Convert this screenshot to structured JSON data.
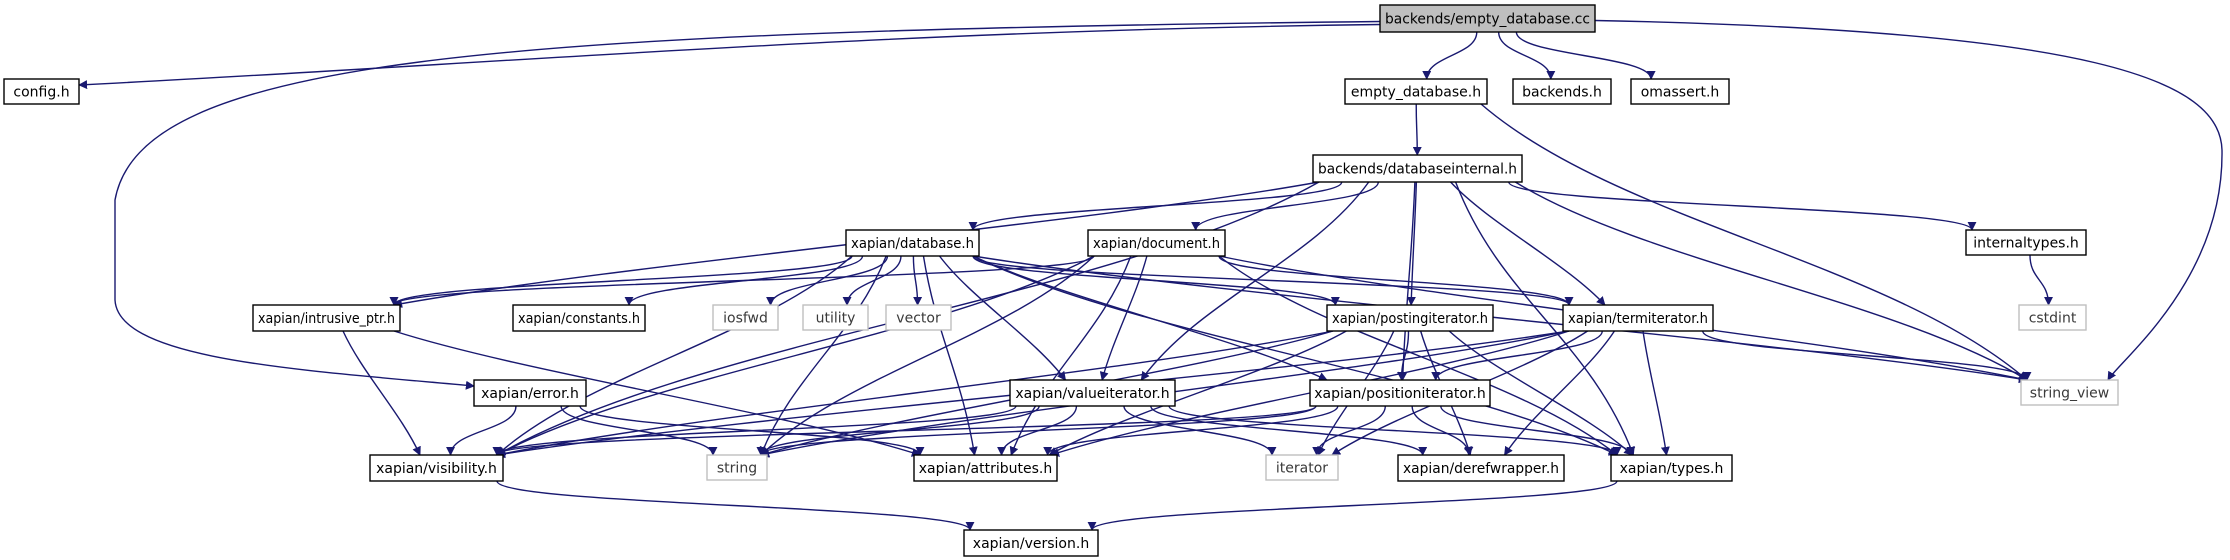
{
  "diagram": {
    "title": "backends/empty_database.cc include dependency graph",
    "colors": {
      "edge": "#191970",
      "node_border": "#000000",
      "node_fill": "#ffffff",
      "root_fill": "#bfbfbf",
      "system_border": "#bfbfbf",
      "text": "#000000",
      "system_text": "#3a3a3a"
    },
    "nodes": [
      {
        "id": "root",
        "label": "backends/empty_database.cc",
        "kind": "root"
      },
      {
        "id": "config",
        "label": "config.h",
        "kind": "local"
      },
      {
        "id": "empty_database",
        "label": "empty_database.h",
        "kind": "local"
      },
      {
        "id": "backends",
        "label": "backends.h",
        "kind": "local"
      },
      {
        "id": "omassert",
        "label": "omassert.h",
        "kind": "local"
      },
      {
        "id": "databaseinternal",
        "label": "backends/databaseinternal.h",
        "kind": "local"
      },
      {
        "id": "database",
        "label": "xapian/database.h",
        "kind": "local"
      },
      {
        "id": "document",
        "label": "xapian/document.h",
        "kind": "local"
      },
      {
        "id": "internaltypes",
        "label": "internaltypes.h",
        "kind": "local"
      },
      {
        "id": "intrusive_ptr",
        "label": "xapian/intrusive_ptr.h",
        "kind": "local"
      },
      {
        "id": "constants",
        "label": "xapian/constants.h",
        "kind": "local"
      },
      {
        "id": "iosfwd",
        "label": "iosfwd",
        "kind": "system"
      },
      {
        "id": "utility",
        "label": "utility",
        "kind": "system"
      },
      {
        "id": "vector",
        "label": "vector",
        "kind": "system"
      },
      {
        "id": "postingiterator",
        "label": "xapian/postingiterator.h",
        "kind": "local"
      },
      {
        "id": "termiterator",
        "label": "xapian/termiterator.h",
        "kind": "local"
      },
      {
        "id": "cstdint",
        "label": "cstdint",
        "kind": "system"
      },
      {
        "id": "error",
        "label": "xapian/error.h",
        "kind": "local"
      },
      {
        "id": "valueiterator",
        "label": "xapian/valueiterator.h",
        "kind": "local"
      },
      {
        "id": "positioniterator",
        "label": "xapian/positioniterator.h",
        "kind": "local"
      },
      {
        "id": "string_view",
        "label": "string_view",
        "kind": "system"
      },
      {
        "id": "visibility",
        "label": "xapian/visibility.h",
        "kind": "local"
      },
      {
        "id": "string",
        "label": "string",
        "kind": "system"
      },
      {
        "id": "attributes",
        "label": "xapian/attributes.h",
        "kind": "local"
      },
      {
        "id": "iterator",
        "label": "iterator",
        "kind": "system"
      },
      {
        "id": "derefwrapper",
        "label": "xapian/derefwrapper.h",
        "kind": "local"
      },
      {
        "id": "types",
        "label": "xapian/types.h",
        "kind": "local"
      },
      {
        "id": "version",
        "label": "xapian/version.h",
        "kind": "local"
      }
    ],
    "edges": [
      [
        "root",
        "config"
      ],
      [
        "root",
        "empty_database"
      ],
      [
        "root",
        "backends"
      ],
      [
        "root",
        "omassert"
      ],
      [
        "root",
        "error"
      ],
      [
        "root",
        "string_view"
      ],
      [
        "empty_database",
        "databaseinternal"
      ],
      [
        "empty_database",
        "string_view"
      ],
      [
        "databaseinternal",
        "database"
      ],
      [
        "databaseinternal",
        "document"
      ],
      [
        "databaseinternal",
        "internaltypes"
      ],
      [
        "databaseinternal",
        "intrusive_ptr"
      ],
      [
        "databaseinternal",
        "postingiterator"
      ],
      [
        "databaseinternal",
        "termiterator"
      ],
      [
        "databaseinternal",
        "positioniterator"
      ],
      [
        "databaseinternal",
        "valueiterator"
      ],
      [
        "databaseinternal",
        "types"
      ],
      [
        "databaseinternal",
        "string_view"
      ],
      [
        "databaseinternal",
        "visibility"
      ],
      [
        "database",
        "intrusive_ptr"
      ],
      [
        "database",
        "constants"
      ],
      [
        "database",
        "iosfwd"
      ],
      [
        "database",
        "utility"
      ],
      [
        "database",
        "vector"
      ],
      [
        "database",
        "postingiterator"
      ],
      [
        "database",
        "termiterator"
      ],
      [
        "database",
        "valueiterator"
      ],
      [
        "database",
        "positioniterator"
      ],
      [
        "database",
        "types"
      ],
      [
        "database",
        "string"
      ],
      [
        "database",
        "attributes"
      ],
      [
        "database",
        "visibility"
      ],
      [
        "database",
        "string_view"
      ],
      [
        "document",
        "intrusive_ptr"
      ],
      [
        "document",
        "termiterator"
      ],
      [
        "document",
        "valueiterator"
      ],
      [
        "document",
        "types"
      ],
      [
        "document",
        "string"
      ],
      [
        "document",
        "attributes"
      ],
      [
        "document",
        "visibility"
      ],
      [
        "document",
        "string_view"
      ],
      [
        "internaltypes",
        "cstdint"
      ],
      [
        "intrusive_ptr",
        "visibility"
      ],
      [
        "intrusive_ptr",
        "attributes"
      ],
      [
        "postingiterator",
        "positioniterator"
      ],
      [
        "postingiterator",
        "derefwrapper"
      ],
      [
        "postingiterator",
        "types"
      ],
      [
        "postingiterator",
        "iterator"
      ],
      [
        "postingiterator",
        "string"
      ],
      [
        "postingiterator",
        "attributes"
      ],
      [
        "postingiterator",
        "visibility"
      ],
      [
        "termiterator",
        "positioniterator"
      ],
      [
        "termiterator",
        "derefwrapper"
      ],
      [
        "termiterator",
        "types"
      ],
      [
        "termiterator",
        "iterator"
      ],
      [
        "termiterator",
        "string"
      ],
      [
        "termiterator",
        "attributes"
      ],
      [
        "termiterator",
        "visibility"
      ],
      [
        "termiterator",
        "string_view"
      ],
      [
        "error",
        "visibility"
      ],
      [
        "error",
        "string"
      ],
      [
        "error",
        "attributes"
      ],
      [
        "valueiterator",
        "derefwrapper"
      ],
      [
        "valueiterator",
        "types"
      ],
      [
        "valueiterator",
        "iterator"
      ],
      [
        "valueiterator",
        "string"
      ],
      [
        "valueiterator",
        "attributes"
      ],
      [
        "valueiterator",
        "visibility"
      ],
      [
        "positioniterator",
        "derefwrapper"
      ],
      [
        "positioniterator",
        "types"
      ],
      [
        "positioniterator",
        "iterator"
      ],
      [
        "positioniterator",
        "string"
      ],
      [
        "positioniterator",
        "attributes"
      ],
      [
        "positioniterator",
        "visibility"
      ],
      [
        "visibility",
        "version"
      ],
      [
        "types",
        "version"
      ]
    ]
  }
}
